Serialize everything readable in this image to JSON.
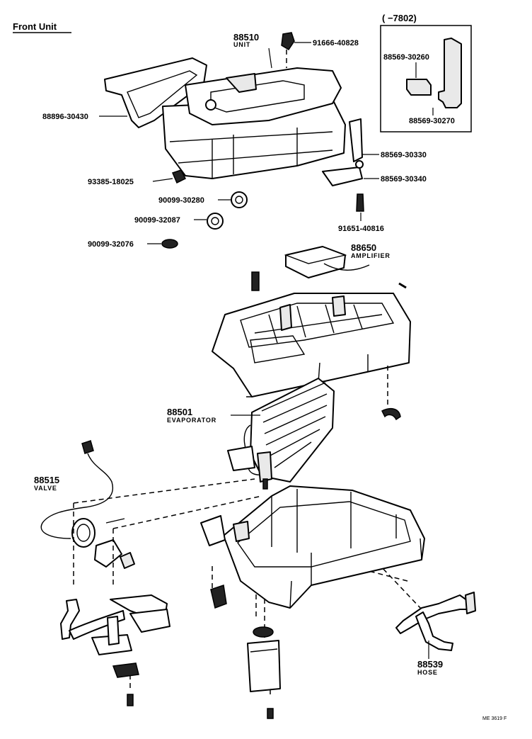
{
  "title": "Front Unit",
  "inset": {
    "header": "(      −7802)",
    "part_a": "88569-30260",
    "part_b": "88569-30270"
  },
  "parts": {
    "unit": {
      "number": "88510",
      "name": "UNIT"
    },
    "screw_top": "91666-40828",
    "bracket_left": "88896-30430",
    "bracket_right": "88569-30330",
    "bracket_lower": "88569-30340",
    "bolt_right": "91651-40816",
    "screw_left": "93385-18025",
    "grommet_a": "90099-30280",
    "grommet_b": "90099-32087",
    "grommet_c": "90099-32076",
    "amplifier": {
      "number": "88650",
      "name": "AMPLIFIER"
    },
    "evaporator": {
      "number": "88501",
      "name": "EVAPORATOR"
    },
    "valve": {
      "number": "88515",
      "name": "VALVE"
    },
    "hose": {
      "number": "88539",
      "name": "HOSE"
    }
  },
  "footer_code": "ME 3619 F"
}
